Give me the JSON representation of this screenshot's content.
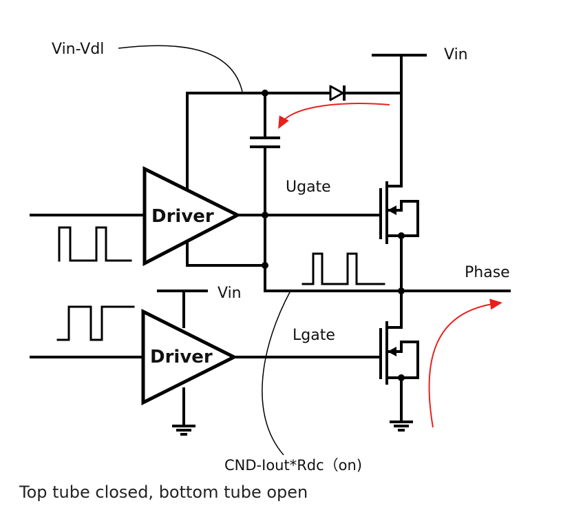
{
  "labels": {
    "vin_vdl": "Vin-Vdl",
    "vin_top": "Vin",
    "vin_bottom": "Vin",
    "ugate": "Ugate",
    "lgate": "Lgate",
    "phase": "Phase",
    "driver_top": "Driver",
    "driver_bottom": "Driver",
    "cnd_note": "CND-Iout*Rdc（on)"
  },
  "caption": "Top tube closed, bottom tube open",
  "colors": {
    "wire": "#000000",
    "arrow": "#e8201c"
  }
}
